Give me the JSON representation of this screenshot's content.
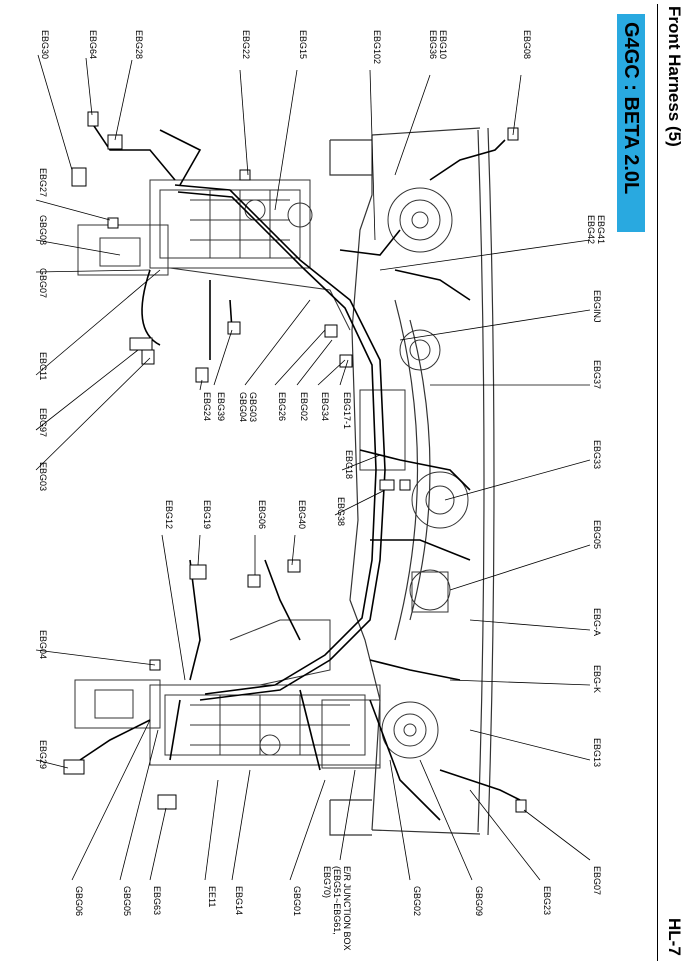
{
  "header": {
    "title": "Front Harness (5)",
    "page_number": "HL-7",
    "badge": "G4GC : BETA 2.0L",
    "badge_color": "#29a9e0"
  },
  "labels": [
    {
      "id": "ebg08",
      "text": "EBG08"
    },
    {
      "id": "ebg10_36",
      "text": "EBG10\nEBG36"
    },
    {
      "id": "ebg102",
      "text": "EBG102"
    },
    {
      "id": "ebg15",
      "text": "EBG15"
    },
    {
      "id": "ebg22",
      "text": "EBG22"
    },
    {
      "id": "ebg28",
      "text": "EBG28"
    },
    {
      "id": "ebg64",
      "text": "EBG64"
    },
    {
      "id": "ebg30",
      "text": "EBG30"
    },
    {
      "id": "ebg27",
      "text": "EBG27"
    },
    {
      "id": "gbg08",
      "text": "GBG08"
    },
    {
      "id": "gbg07",
      "text": "GBG07"
    },
    {
      "id": "ebg11",
      "text": "EBG11"
    },
    {
      "id": "ebg97",
      "text": "EBG97"
    },
    {
      "id": "ebg03",
      "text": "EBG03"
    },
    {
      "id": "ebg24",
      "text": "EBG24"
    },
    {
      "id": "ebg39",
      "text": "EBG39"
    },
    {
      "id": "gbg03_04",
      "text": "GBG03\nGBG04"
    },
    {
      "id": "ebg26",
      "text": "EBG26"
    },
    {
      "id": "ebg02",
      "text": "EBG02"
    },
    {
      "id": "ebg34",
      "text": "EBG34"
    },
    {
      "id": "ebg17_1",
      "text": "EBG17-1"
    },
    {
      "id": "ebg18",
      "text": "EBG18"
    },
    {
      "id": "ebg38",
      "text": "EBG38"
    },
    {
      "id": "ebg40",
      "text": "EBG40"
    },
    {
      "id": "ebg06",
      "text": "EBG06"
    },
    {
      "id": "ebg19",
      "text": "EBG19"
    },
    {
      "id": "ebg12",
      "text": "EBG12"
    },
    {
      "id": "ebg04",
      "text": "EBG04"
    },
    {
      "id": "ebg29",
      "text": "EBG29"
    },
    {
      "id": "gbg06",
      "text": "GBG06"
    },
    {
      "id": "gbg05",
      "text": "GBG05"
    },
    {
      "id": "ebg63",
      "text": "EBG63"
    },
    {
      "id": "ee11",
      "text": "EE11"
    },
    {
      "id": "ebg14",
      "text": "EBG14"
    },
    {
      "id": "gbg01",
      "text": "GBG01"
    },
    {
      "id": "er_box",
      "text": "E/R JUNCTION BOX\n(EBG51~EBG61,\nEBG70)"
    },
    {
      "id": "gbg02",
      "text": "GBG02"
    },
    {
      "id": "gbg09",
      "text": "GBG09"
    },
    {
      "id": "ebg23",
      "text": "EBG23"
    },
    {
      "id": "ebg07",
      "text": "EBG07"
    },
    {
      "id": "ebg13",
      "text": "EBG13"
    },
    {
      "id": "ebg_k",
      "text": "EBG-K"
    },
    {
      "id": "ebg_a",
      "text": "EBG-A"
    },
    {
      "id": "ebg05",
      "text": "EBG05"
    },
    {
      "id": "ebg33",
      "text": "EBG33"
    },
    {
      "id": "ebg37",
      "text": "EBG37"
    },
    {
      "id": "ebginj",
      "text": "EBGINJ"
    },
    {
      "id": "ebg41_42",
      "text": "EBG41\nEBG42"
    }
  ]
}
